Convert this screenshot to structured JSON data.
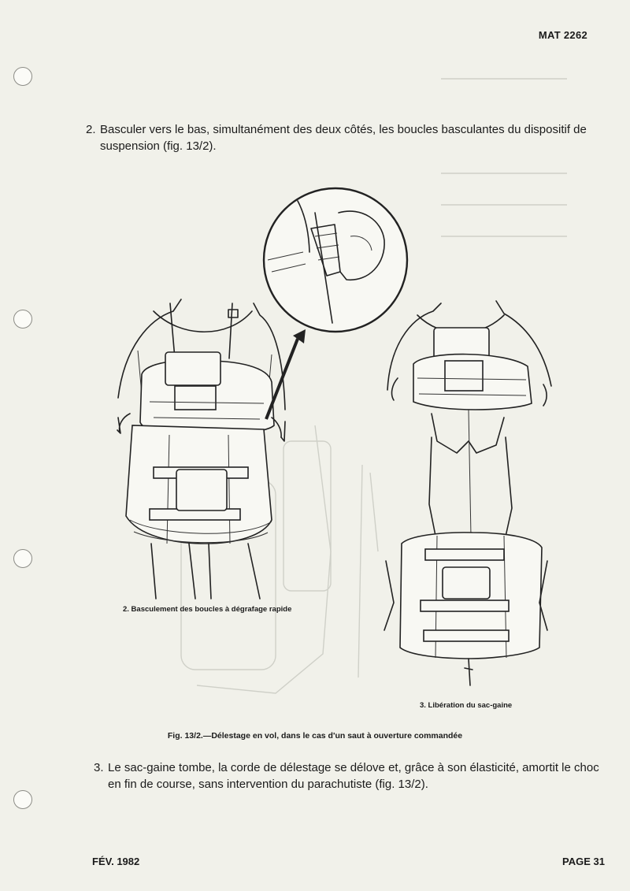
{
  "header": {
    "doc_ref": "MAT 2262"
  },
  "steps": [
    {
      "number": "2.",
      "text": "Basculer vers le bas, simultanément des deux côtés, les boucles basculantes du dispositif de suspension (fig. 13/2)."
    },
    {
      "number": "3.",
      "text": "Le sac-gaine tombe, la corde de délestage se délove et, grâce à son élasticité, amortit le choc en fin de course, sans intervention du parachutiste (fig. 13/2)."
    }
  ],
  "figure": {
    "subcaption_left": "2. Basculement des boucles à dégrafage rapide",
    "subcaption_right": "3. Libération du sac-gaine",
    "caption": "Fig. 13/2.—Délestage en vol, dans le cas d'un saut à ouverture commandée"
  },
  "footer": {
    "date": "FÉV. 1982",
    "page": "PAGE 31"
  }
}
